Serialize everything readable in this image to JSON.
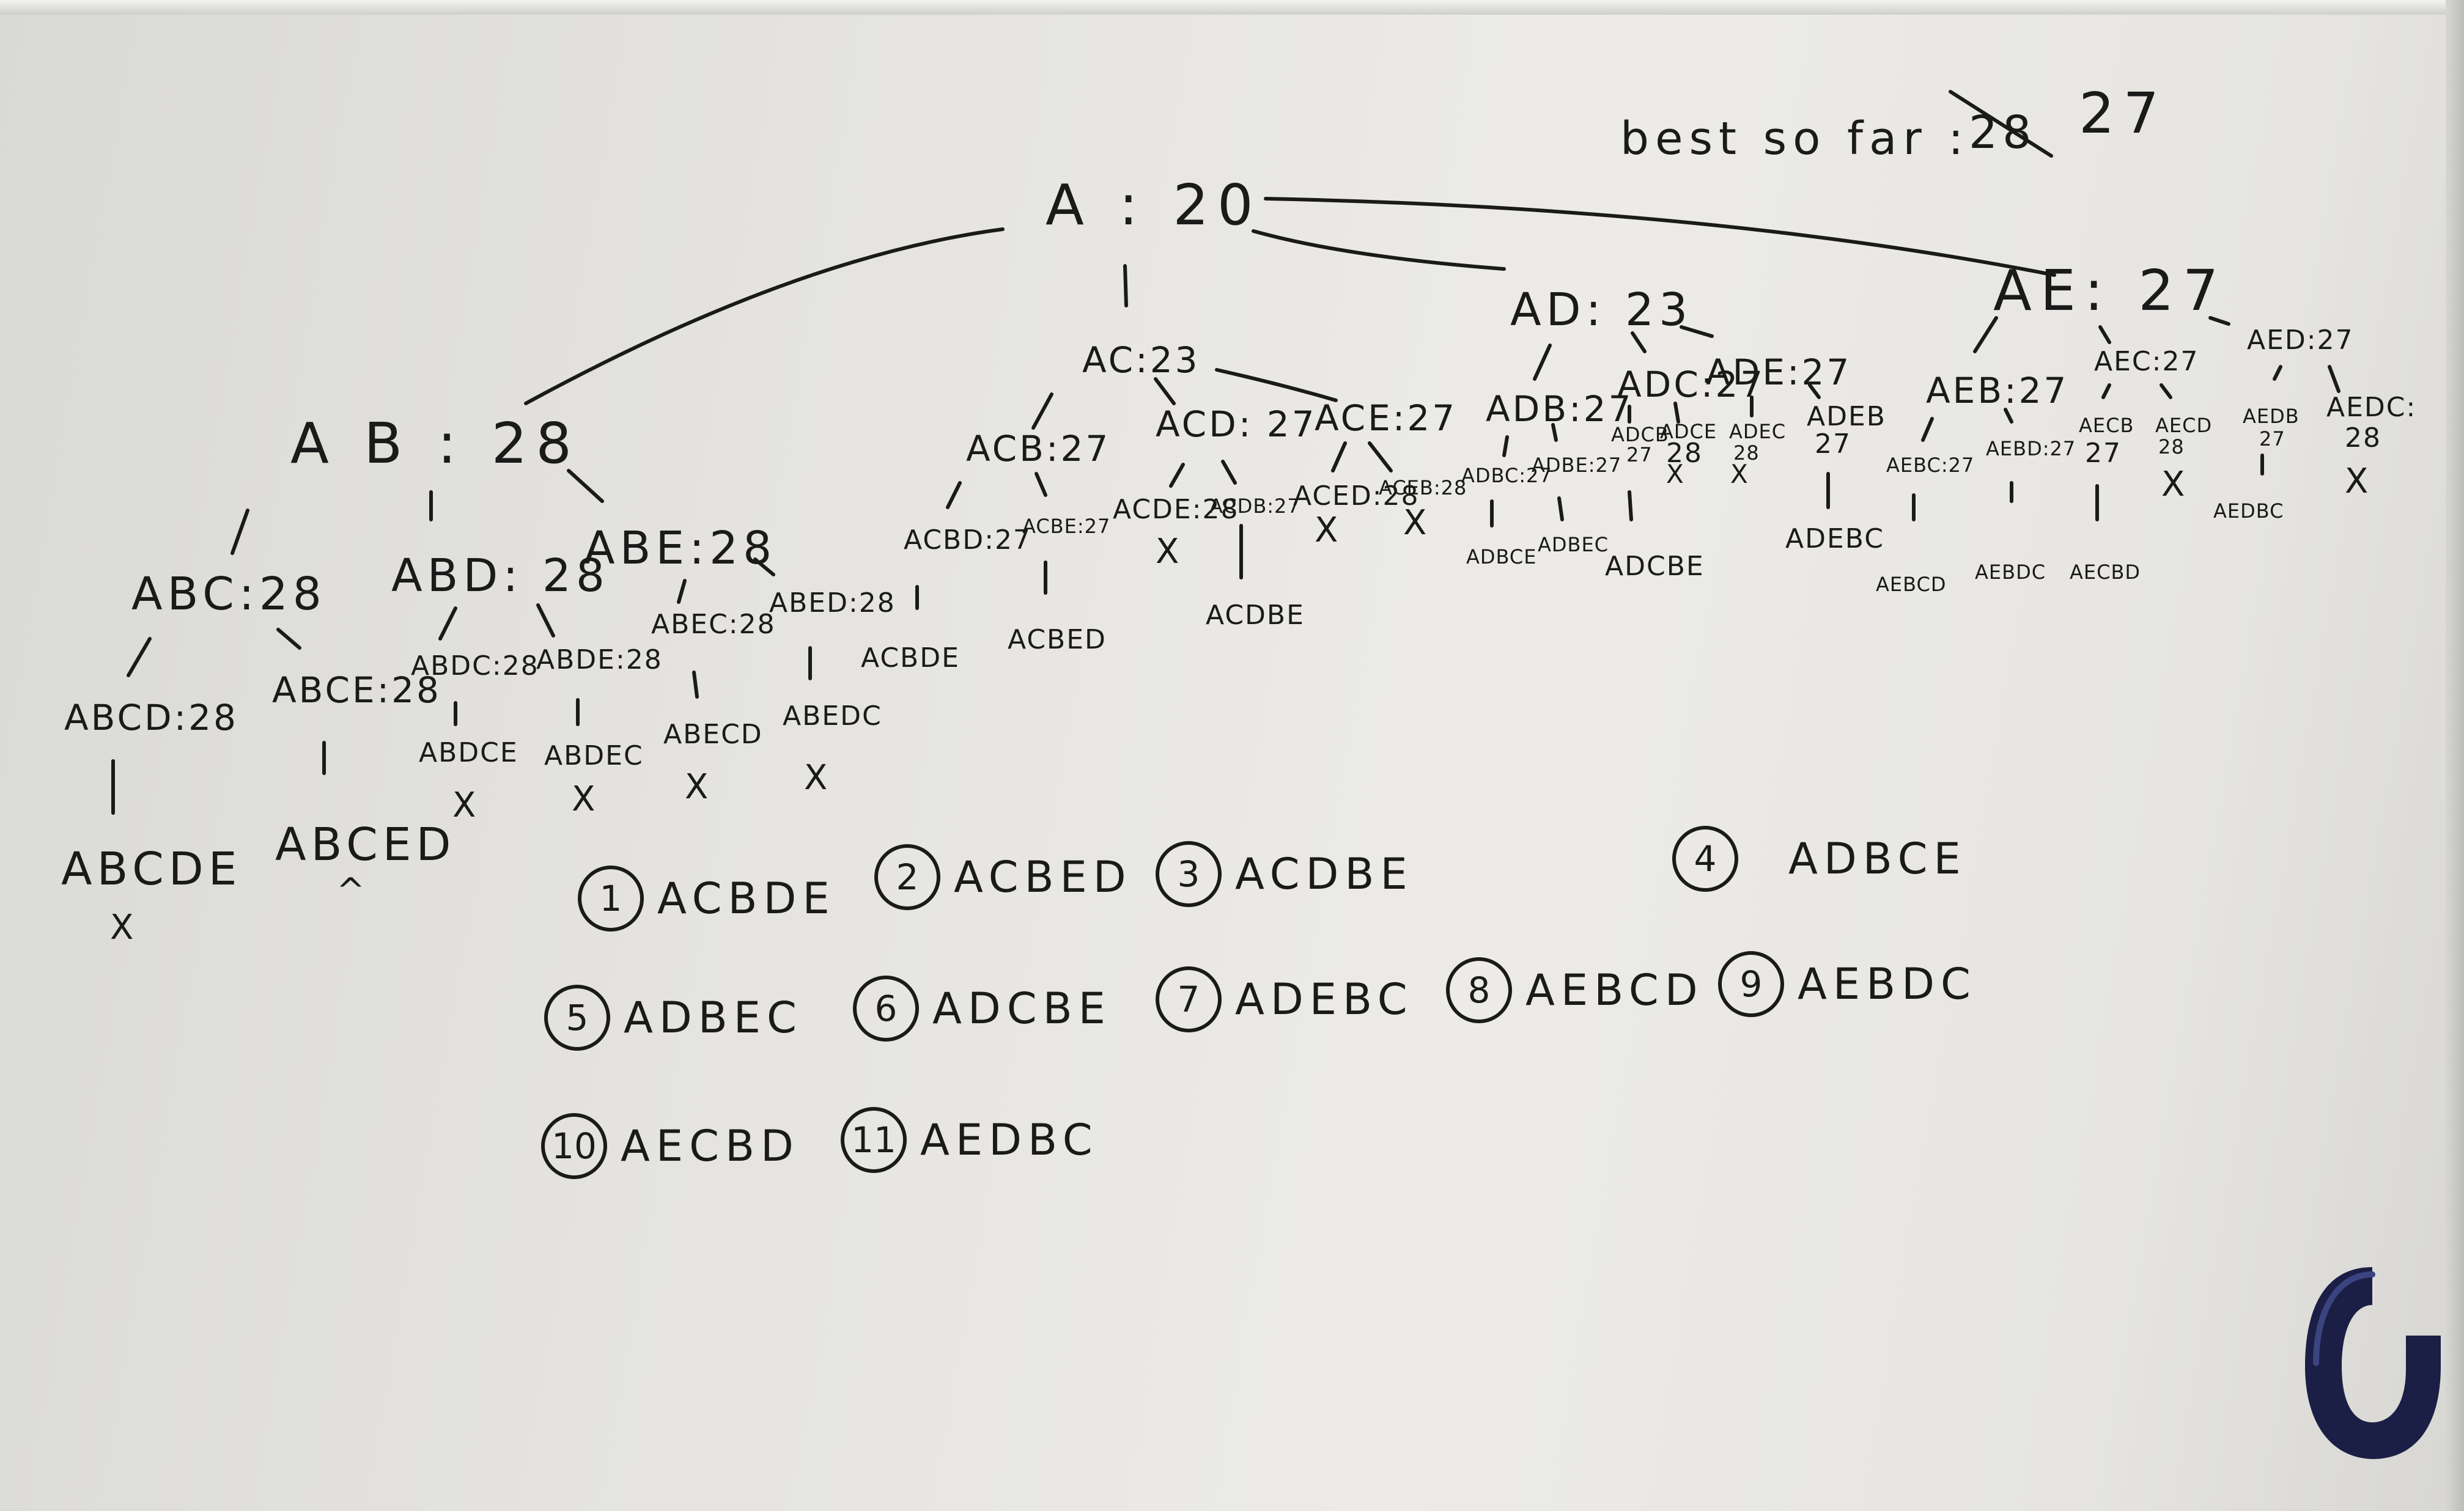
{
  "best": {
    "label": "best so far :",
    "crossed": "28",
    "value": "27"
  },
  "tree": {
    "root": "A : 20",
    "level1": {
      "ab": "A B : 28",
      "ac": "AC:23",
      "ad": "AD: 23",
      "ae": "AE: 27"
    },
    "ab_children": {
      "abc": "ABC:28",
      "abd": "ABD: 28",
      "abe": "ABE:28"
    },
    "ab_level3": {
      "abcd": "ABCD:28",
      "abce": "ABCE:28",
      "abdc": "ABDC:28",
      "abde": "ABDE:28",
      "abec": "ABEC:28",
      "abed": "ABED:28"
    },
    "ab_leaves": {
      "abcde": "ABCDE",
      "abced": "ABCED",
      "abdce": "ABDCE",
      "abdec": "ABDEC",
      "abecd": "ABECD",
      "abedc": "ABEDC"
    },
    "ac_children": {
      "acb": "ACB:27",
      "acd": "ACD: 27",
      "ace": "ACE:27"
    },
    "ac_level3": {
      "acbd": "ACBD:27",
      "acbe": "ACBE:27",
      "acde": "ACDE:28",
      "acdb": "ACDB:27",
      "aced": "ACED:28",
      "aceb": "ACEB:28"
    },
    "ac_leaves": {
      "acbde": "ACBDE",
      "acbed": "ACBED",
      "acdbe": "ACDBE"
    },
    "ad_children": {
      "adb": "ADB:27",
      "adc": "ADC:27",
      "ade": "ADE:27"
    },
    "ad_level3": {
      "adbc": "ADBC:27",
      "adbe": "ADBE:27",
      "adcb": "ADCB",
      "adcb_v": "27",
      "adce": "ADCE",
      "adce_v": "28",
      "adec": "ADEC",
      "adec_v": "28",
      "adeb": "ADEB",
      "adeb_v": "27"
    },
    "ad_leaves": {
      "adbce": "ADBCE",
      "adbec": "ADBEC",
      "adcbe": "ADCBE",
      "adebc": "ADEBC"
    },
    "ae_children": {
      "aeb": "AEB:27",
      "aec": "AEC:27",
      "aed": "AED:27"
    },
    "ae_level3": {
      "aebc": "AEBC:27",
      "aebd": "AEBD:27",
      "aecb": "AECB",
      "aecb_v": "27",
      "aecd": "AECD",
      "aecd_v": "28",
      "aedb": "AEDB",
      "aedb_v": "27",
      "aedc": "AEDC:",
      "aedc_v": "28"
    },
    "ae_leaves": {
      "aebcd": "AEBCD",
      "aebdc": "AEBDC",
      "aecbd": "AECBD",
      "aedbc": "AEDBC"
    },
    "marks": {
      "pruned": "X",
      "caret": "^"
    }
  },
  "solutions": [
    {
      "num": "1",
      "path": "ACBDE"
    },
    {
      "num": "2",
      "path": "ACBED"
    },
    {
      "num": "3",
      "path": "ACDBE"
    },
    {
      "num": "4",
      "path": "ADBCE"
    },
    {
      "num": "5",
      "path": "ADBEC"
    },
    {
      "num": "6",
      "path": "ADCBE"
    },
    {
      "num": "7",
      "path": "ADEBC"
    },
    {
      "num": "8",
      "path": "AEBCD"
    },
    {
      "num": "9",
      "path": "AEBDC"
    },
    {
      "num": "10",
      "path": "AECBD"
    },
    {
      "num": "11",
      "path": "AEDBC"
    }
  ],
  "colors": {
    "ink": "#1a1a1a",
    "board": "#e8e7e3",
    "hook": "#1b1f45"
  }
}
